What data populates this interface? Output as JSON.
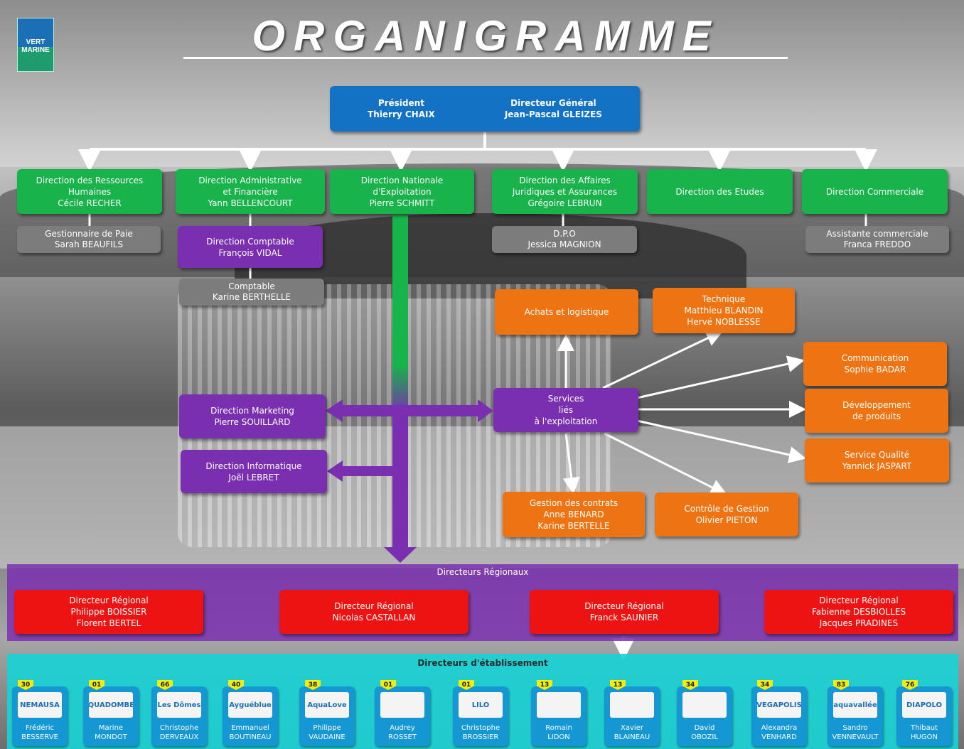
{
  "logo": {
    "line1": "VERT",
    "line2": "MARINE"
  },
  "title": "ORGANIGRAMME",
  "top": {
    "president_title": "Président",
    "president_name": "Thierry CHAIX",
    "dg_title": "Directeur Général",
    "dg_name": "Jean-Pascal GLEIZES"
  },
  "directions": [
    {
      "l1": "Direction des Ressources",
      "l2": "Humaines",
      "l3": "Cécile RECHER"
    },
    {
      "l1": "Direction Administrative",
      "l2": "et Financière",
      "l3": "Yann BELLENCOURT"
    },
    {
      "l1": "Direction Nationale",
      "l2": "d'Exploitation",
      "l3": "Pierre SCHMITT"
    },
    {
      "l1": "Direction des Affaires",
      "l2": "Juridiques et Assurances",
      "l3": "Grégoire LEBRUN"
    },
    {
      "l1": "Direction des Etudes",
      "l2": "",
      "l3": ""
    },
    {
      "l1": "Direction Commerciale",
      "l2": "",
      "l3": ""
    }
  ],
  "gray_boxes": {
    "paie": {
      "l1": "Gestionnaire de Paie",
      "l2": "Sarah BEAUFILS"
    },
    "comptable": {
      "l1": "Comptable",
      "l2": "Karine BERTHELLE"
    },
    "dpo": {
      "l1": "D.P.O",
      "l2": "Jessica MAGNION"
    },
    "assistante": {
      "l1": "Assistante commerciale",
      "l2": "Franca FREDDO"
    }
  },
  "purple_boxes": {
    "comptable_dir": {
      "l1": "Direction Comptable",
      "l2": "François VIDAL"
    },
    "marketing": {
      "l1": "Direction Marketing",
      "l2": "Pierre SOUILLARD"
    },
    "informatique": {
      "l1": "Direction Informatique",
      "l2": "Joël LEBRET"
    },
    "services": {
      "l1": "Services",
      "l2": "liés",
      "l3": "à l'exploitation"
    }
  },
  "orange_boxes": {
    "achats": {
      "l1": "Achats et logistique"
    },
    "technique": {
      "l1": "Technique",
      "l2": "Matthieu BLANDIN",
      "l3": "Hervé NOBLESSE"
    },
    "communication": {
      "l1": "Communication",
      "l2": "Sophie BADAR"
    },
    "developpement": {
      "l1": "Développement",
      "l2": "de produits"
    },
    "qualite": {
      "l1": "Service Qualité",
      "l2": "Yannick JASPART"
    },
    "contrats": {
      "l1": "Gestion des contrats",
      "l2": "Anne BENARD",
      "l3": "Karine BERTELLE"
    },
    "controle": {
      "l1": "Contrôle de Gestion",
      "l2": "Olivier PIETON"
    }
  },
  "regional": {
    "label": "Directeurs Régionaux",
    "directors": [
      {
        "l1": "Directeur Régional",
        "l2": "Philippe BOISSIER",
        "l3": "Florent BERTEL"
      },
      {
        "l1": "Directeur Régional",
        "l2": "Nicolas CASTALLAN",
        "l3": ""
      },
      {
        "l1": "Directeur Régional",
        "l2": "Franck SAUNIER",
        "l3": ""
      },
      {
        "l1": "Directeur Régional",
        "l2": "Fabienne DESBIOLLES",
        "l3": "Jacques PRADINES"
      }
    ]
  },
  "etablissements": {
    "label": "Directeurs d'établissement",
    "items": [
      {
        "num": "30",
        "logo": "NEMAUSA",
        "first": "Frédéric",
        "last": "BESSERVE"
      },
      {
        "num": "01",
        "logo": "AQUADOMBES",
        "first": "Marine",
        "last": "MONDOT"
      },
      {
        "num": "66",
        "logo": "Les Dômes",
        "first": "Christophe",
        "last": "DERVEAUX"
      },
      {
        "num": "40",
        "logo": "Ayguéblue",
        "first": "Emmanuel",
        "last": "BOUTINEAU"
      },
      {
        "num": "38",
        "logo": "AquaLove",
        "first": "Philippe",
        "last": "VAUDAINE"
      },
      {
        "num": "01",
        "logo": "",
        "first": "Audrey",
        "last": "ROSSET"
      },
      {
        "num": "01",
        "logo": "LILO",
        "first": "Christophe",
        "last": "BROSSIER"
      },
      {
        "num": "13",
        "logo": "",
        "first": "Romain",
        "last": "LIDON"
      },
      {
        "num": "13",
        "logo": "",
        "first": "Xavier",
        "last": "BLAINEAU"
      },
      {
        "num": "34",
        "logo": "",
        "first": "David",
        "last": "OBOZIL"
      },
      {
        "num": "34",
        "logo": "VEGAPOLIS",
        "first": "Alexandra",
        "last": "VENHARD"
      },
      {
        "num": "83",
        "logo": "aquavallée",
        "first": "Sandro",
        "last": "VENNEVAULT"
      },
      {
        "num": "76",
        "logo": "DIAPOLO",
        "first": "Thibaut",
        "last": "HUGON"
      }
    ]
  },
  "colors": {
    "blue": "#1372c4",
    "green": "#18b34a",
    "gray": "#7c7c7c",
    "purple": "#7a2fb0",
    "orange": "#ee7413",
    "red": "#ee1313",
    "cyan": "#19d3d6",
    "badge": "#f2ec10"
  }
}
